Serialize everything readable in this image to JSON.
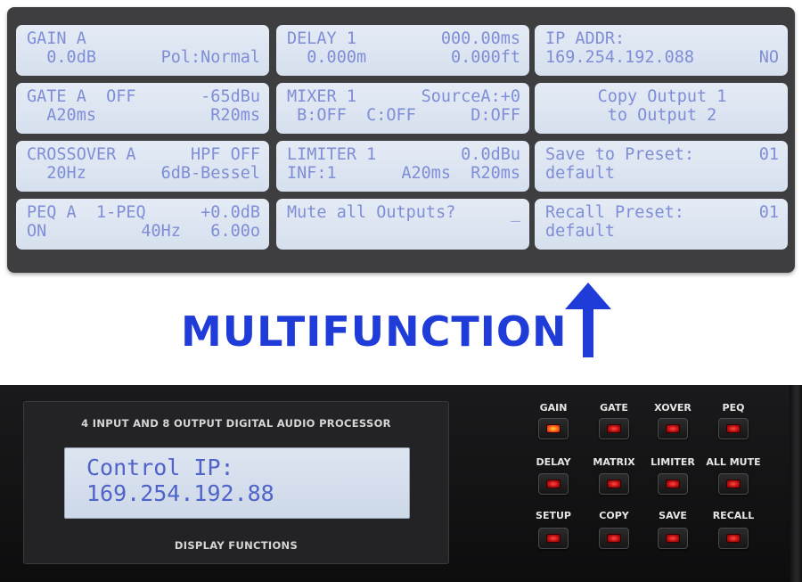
{
  "lcd_grid": [
    {
      "id": "gain",
      "lines": [
        {
          "l": "GAIN A",
          "r": ""
        },
        {
          "l": "  0.0dB",
          "r": "Pol:Normal"
        }
      ]
    },
    {
      "id": "delay",
      "lines": [
        {
          "l": "DELAY 1",
          "r": "000.00ms"
        },
        {
          "l": "  0.000m",
          "r": "0.000ft"
        }
      ]
    },
    {
      "id": "ip-addr",
      "lines": [
        {
          "l": "IP ADDR:",
          "r": ""
        },
        {
          "l": "169.254.192.088",
          "r": "NO"
        }
      ]
    },
    {
      "id": "gate",
      "lines": [
        {
          "l": "GATE A  OFF",
          "r": "-65dBu"
        },
        {
          "l": "  A20ms",
          "r": "R20ms"
        }
      ]
    },
    {
      "id": "mixer",
      "lines": [
        {
          "l": "MIXER 1",
          "r": "SourceA:+0"
        },
        {
          "l": " B:OFF  C:OFF",
          "r": "D:OFF"
        }
      ]
    },
    {
      "id": "copy",
      "center": true,
      "lines": [
        {
          "l": "Copy Output 1",
          "r": ""
        },
        {
          "l": "to Output 2",
          "r": ""
        }
      ]
    },
    {
      "id": "crossover",
      "lines": [
        {
          "l": "CROSSOVER A",
          "r": "HPF OFF"
        },
        {
          "l": "  20Hz",
          "r": "6dB-Bessel"
        }
      ]
    },
    {
      "id": "limiter",
      "lines": [
        {
          "l": "LIMITER 1",
          "r": "0.0dBu"
        },
        {
          "l": "INF:1",
          "r": "A20ms  R20ms"
        }
      ]
    },
    {
      "id": "save",
      "lines": [
        {
          "l": "Save to Preset:",
          "r": "01"
        },
        {
          "l": "default",
          "r": ""
        }
      ]
    },
    {
      "id": "peq",
      "lines": [
        {
          "l": "PEQ A  1-PEQ",
          "r": "+0.0dB"
        },
        {
          "l": "ON",
          "r": "40Hz   6.00o"
        }
      ]
    },
    {
      "id": "mute",
      "lines": [
        {
          "l": "Mute all Outputs?",
          "r": "_"
        },
        {
          "l": "",
          "r": ""
        }
      ]
    },
    {
      "id": "recall",
      "lines": [
        {
          "l": "Recall Preset:",
          "r": "01"
        },
        {
          "l": "default",
          "r": ""
        }
      ]
    }
  ],
  "headline": "MULTIFUNCTION",
  "device": {
    "title": "4 INPUT AND 8 OUTPUT DIGITAL AUDIO PROCESSOR",
    "lcd_line1": "Control IP:",
    "lcd_line2": "169.254.192.88",
    "caption": "DISPLAY FUNCTIONS"
  },
  "buttons": [
    {
      "label": "GAIN",
      "lit": true
    },
    {
      "label": "GATE",
      "lit": false
    },
    {
      "label": "XOVER",
      "lit": false
    },
    {
      "label": "PEQ",
      "lit": false
    },
    {
      "label": "DELAY",
      "lit": false
    },
    {
      "label": "MATRIX",
      "lit": false
    },
    {
      "label": "LIMITER",
      "lit": false
    },
    {
      "label": "ALL MUTE",
      "lit": false
    },
    {
      "label": "SETUP",
      "lit": false
    },
    {
      "label": "COPY",
      "lit": false
    },
    {
      "label": "SAVE",
      "lit": false
    },
    {
      "label": "RECALL",
      "lit": false
    }
  ],
  "colors": {
    "headline": "#1f3bd8",
    "lcd_text": "#7f8ed6",
    "led_red": "#e01818"
  }
}
